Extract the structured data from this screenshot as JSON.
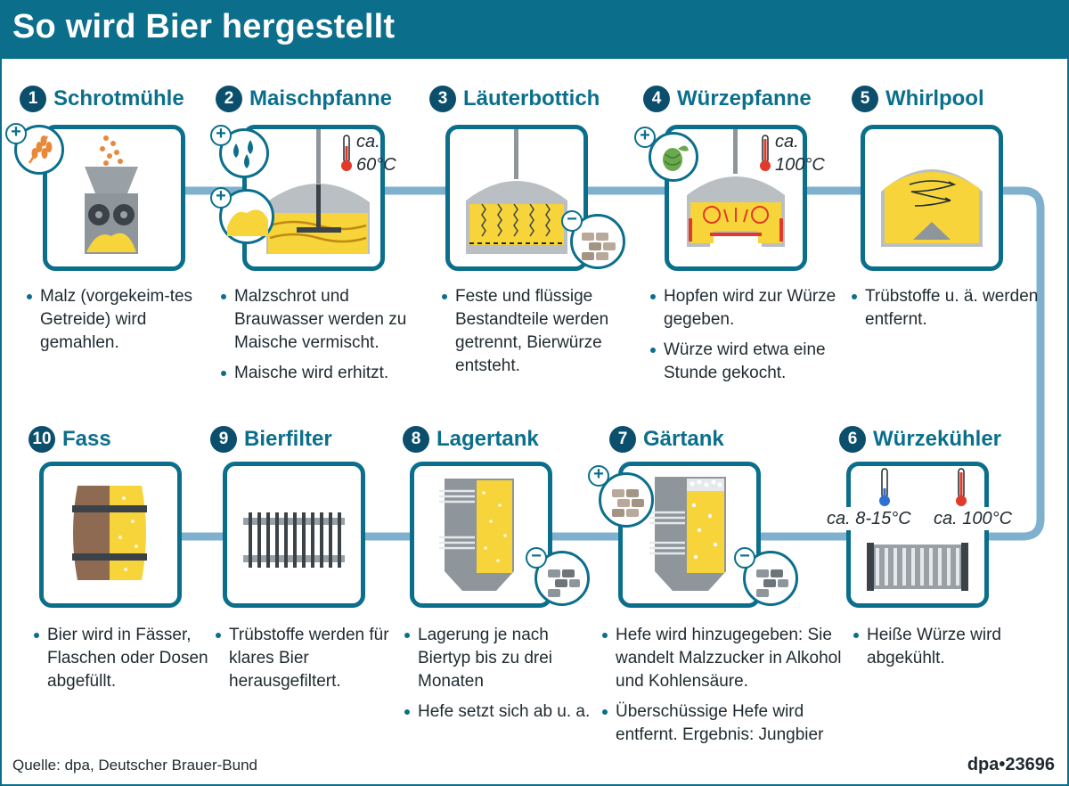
{
  "title": "So wird Bier hergestellt",
  "steps": [
    {
      "num": "1",
      "name": "Schrotmühle",
      "bullets": [
        "Malz (vorgekeim-tes Getreide) wird gemahlen."
      ]
    },
    {
      "num": "2",
      "name": "Maischpfanne",
      "temp": "ca. 60°C",
      "bullets": [
        "Malzschrot und Brauwasser werden zu Maische vermischt.",
        "Maische wird erhitzt."
      ]
    },
    {
      "num": "3",
      "name": "Läuterbottich",
      "bullets": [
        "Feste und flüssige Bestandteile werden getrennt, Bierwürze entsteht."
      ]
    },
    {
      "num": "4",
      "name": "Würzepfanne",
      "temp": "ca. 100°C",
      "bullets": [
        "Hopfen wird zur Würze gegeben.",
        "Würze wird etwa eine Stunde gekocht."
      ]
    },
    {
      "num": "5",
      "name": "Whirlpool",
      "bullets": [
        "Trübstoffe u. ä. werden entfernt."
      ]
    },
    {
      "num": "6",
      "name": "Würzekühler",
      "temp_cold": "ca. 8-15°C",
      "temp_hot": "ca. 100°C",
      "bullets": [
        "Heiße Würze wird abgekühlt."
      ]
    },
    {
      "num": "7",
      "name": "Gärtank",
      "bullets": [
        "Hefe wird hinzugegeben: Sie wandelt Malzzucker in Alkohol und Kohlensäure.",
        "Überschüssige Hefe wird entfernt. Ergebnis: Jungbier"
      ]
    },
    {
      "num": "8",
      "name": "Lagertank",
      "bullets": [
        "Lagerung je nach Biertyp bis zu drei Monaten",
        "Hefe setzt sich ab u. a."
      ]
    },
    {
      "num": "9",
      "name": "Bierfilter",
      "bullets": [
        "Trübstoffe werden für klares Bier herausgefiltert."
      ]
    },
    {
      "num": "10",
      "name": "Fass",
      "bullets": [
        "Bier wird in Fässer, Flaschen oder Dosen abgefüllt."
      ]
    }
  ],
  "signs": {
    "plus": "+",
    "minus": "−"
  },
  "source": "Quelle: dpa, Deutscher Brauer-Bund",
  "credit": "dpa•23696",
  "colors": {
    "teal": "#0b6f8c",
    "navy": "#0b4f6c",
    "pipe": "#7fb1cf",
    "beer": "#f7d43a",
    "steel": "#9aa1a6",
    "hot": "#e03a2a",
    "cold": "#2f6fd0"
  }
}
